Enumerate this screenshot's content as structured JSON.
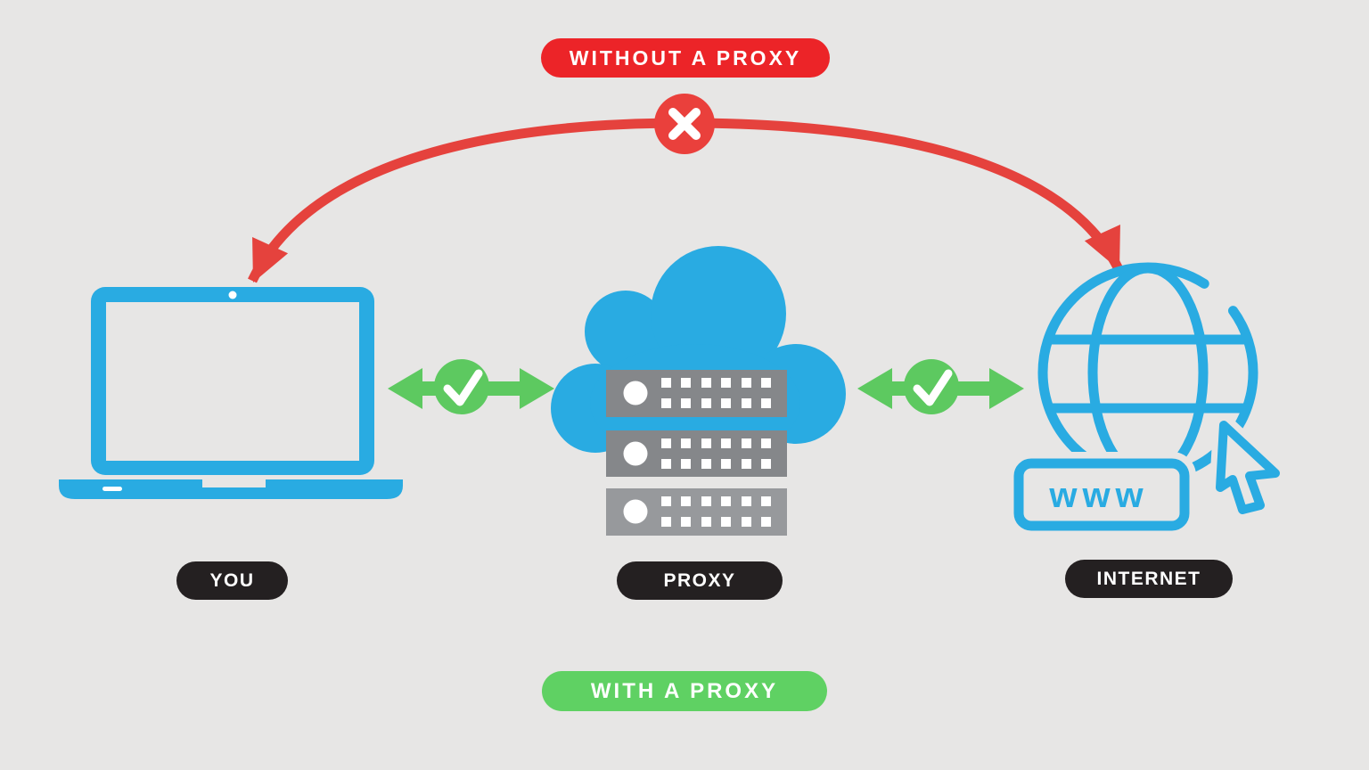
{
  "badges": {
    "top": {
      "label": "WITHOUT A PROXY",
      "color": "#EC2428"
    },
    "bottom": {
      "label": "WITH A PROXY",
      "color": "#5FD163"
    }
  },
  "nodes": {
    "you": {
      "label": "YOU",
      "icon": "laptop-icon"
    },
    "proxy": {
      "label": "PROXY",
      "icon": "cloud-server-icon"
    },
    "internet": {
      "label": "INTERNET",
      "icon": "globe-www-icon",
      "www_text": "www"
    }
  },
  "connections": [
    {
      "from": "you",
      "to": "internet",
      "marker": "x-mark",
      "status": "blocked"
    },
    {
      "from": "you",
      "to": "proxy",
      "marker": "check-mark",
      "status": "allowed"
    },
    {
      "from": "proxy",
      "to": "internet",
      "marker": "check-mark",
      "status": "allowed"
    }
  ],
  "colors": {
    "background": "#E7E6E5",
    "blue": "#29ABE2",
    "red_arc": "#E5423D",
    "red_badge": "#EC2428",
    "red_x_circle": "#EA403C",
    "green": "#5DC960",
    "green_badge": "#5FD163",
    "label_dark": "#242021",
    "server_gray": "#85878A",
    "server_gray_light": "#97999C"
  }
}
